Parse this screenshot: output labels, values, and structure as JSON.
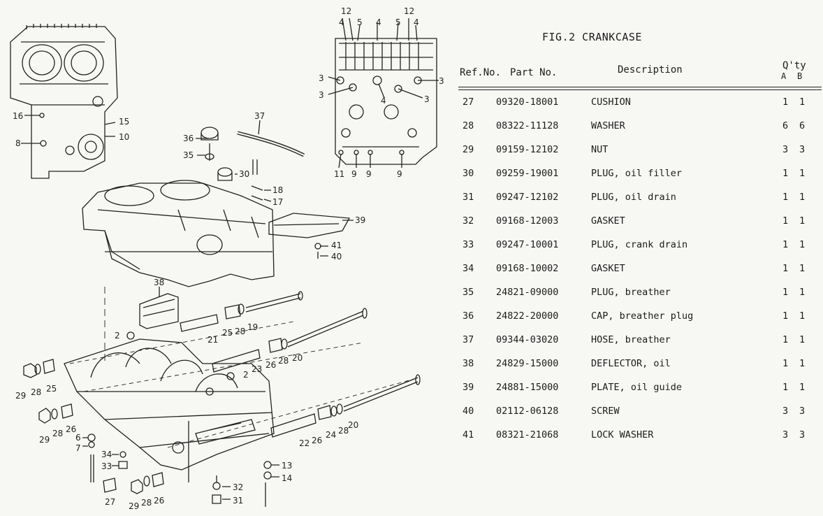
{
  "figure_title": "FIG.2  CRANKCASE",
  "table": {
    "headers": {
      "ref_no": "Ref.No.",
      "part_no": "Part  No.",
      "description": "Description",
      "qty": "Q'ty",
      "qty_a": "A",
      "qty_b": "B"
    },
    "rows": [
      {
        "ref": "27",
        "part": "09320-18001",
        "desc": "CUSHION",
        "a": "1",
        "b": "1"
      },
      {
        "ref": "28",
        "part": "08322-11128",
        "desc": "WASHER",
        "a": "6",
        "b": "6"
      },
      {
        "ref": "29",
        "part": "09159-12102",
        "desc": "NUT",
        "a": "3",
        "b": "3"
      },
      {
        "ref": "30",
        "part": "09259-19001",
        "desc": "PLUG, oil filler",
        "a": "1",
        "b": "1"
      },
      {
        "ref": "31",
        "part": "09247-12102",
        "desc": "PLUG, oil drain",
        "a": "1",
        "b": "1"
      },
      {
        "ref": "32",
        "part": "09168-12003",
        "desc": "GASKET",
        "a": "1",
        "b": "1"
      },
      {
        "ref": "33",
        "part": "09247-10001",
        "desc": "PLUG, crank drain",
        "a": "1",
        "b": "1"
      },
      {
        "ref": "34",
        "part": "09168-10002",
        "desc": "GASKET",
        "a": "1",
        "b": "1"
      },
      {
        "ref": "35",
        "part": "24821-09000",
        "desc": "PLUG, breather",
        "a": "1",
        "b": "1"
      },
      {
        "ref": "36",
        "part": "24822-20000",
        "desc": "CAP, breather plug",
        "a": "1",
        "b": "1"
      },
      {
        "ref": "37",
        "part": "09344-03020",
        "desc": "HOSE, breather",
        "a": "1",
        "b": "1"
      },
      {
        "ref": "38",
        "part": "24829-15000",
        "desc": "DEFLECTOR, oil",
        "a": "1",
        "b": "1"
      },
      {
        "ref": "39",
        "part": "24881-15000",
        "desc": "PLATE, oil guide",
        "a": "1",
        "b": "1"
      },
      {
        "ref": "40",
        "part": "02112-06128",
        "desc": "SCREW",
        "a": "3",
        "b": "3"
      },
      {
        "ref": "41",
        "part": "08321-21068",
        "desc": "LOCK WASHER",
        "a": "3",
        "b": "3"
      }
    ]
  },
  "diagram_callouts": {
    "top_left_view": [
      "16",
      "8",
      "15",
      "10"
    ],
    "top_right_view": [
      "12",
      "4",
      "5",
      "4",
      "5",
      "12",
      "4",
      "3",
      "3",
      "4",
      "3",
      "3",
      "11",
      "9",
      "9",
      "9"
    ],
    "breather": [
      "37",
      "36",
      "35",
      "30",
      "18",
      "17"
    ],
    "upper_case": [
      "39",
      "41",
      "40"
    ],
    "shafts": [
      "38",
      "2",
      "25",
      "28",
      "19",
      "21",
      "26",
      "23",
      "20",
      "2"
    ],
    "lower_left": [
      "29",
      "28",
      "25",
      "29",
      "28",
      "26",
      "6",
      "7",
      "34",
      "33",
      "27",
      "29",
      "28",
      "26"
    ],
    "lower_right": [
      "22",
      "26",
      "24",
      "28",
      "20",
      "13",
      "14",
      "32",
      "31"
    ]
  }
}
